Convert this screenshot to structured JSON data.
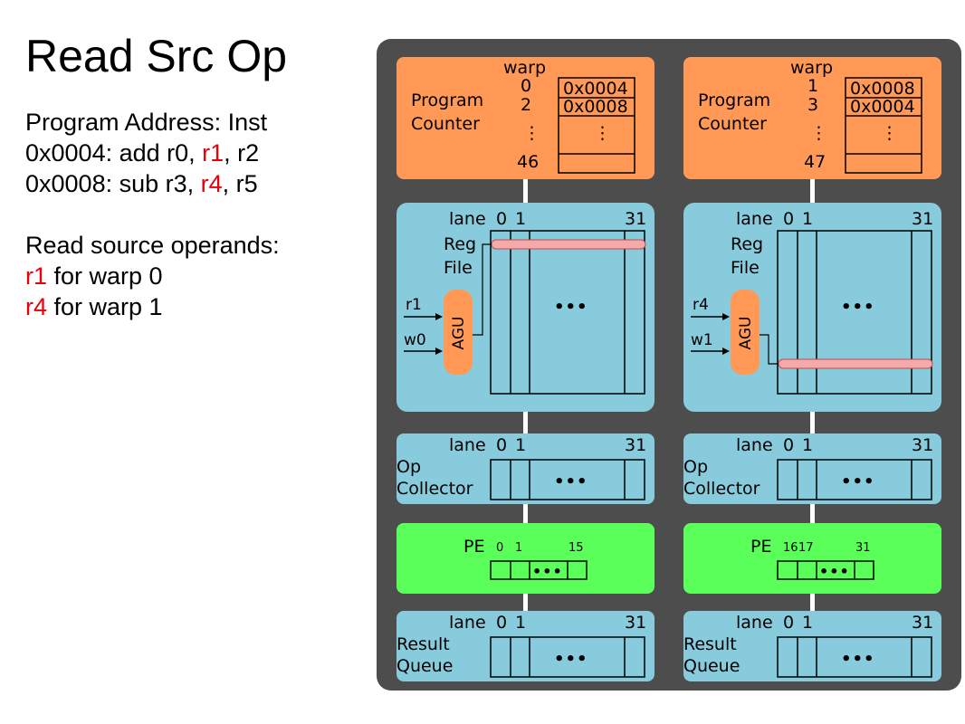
{
  "slide": {
    "title": "Read Src Op",
    "program_header": "Program Address: Inst",
    "inst1": {
      "prefix": "0x0004: add r0, ",
      "red": "r1",
      "suffix": ", r2"
    },
    "inst2": {
      "prefix": "0x0008: sub r3, ",
      "red": "r4",
      "suffix": ", r5"
    },
    "read_header": "Read source operands:",
    "read1": {
      "red": "r1",
      "rest": " for warp 0"
    },
    "read2": {
      "red": "r4",
      "rest": " for warp 1"
    }
  },
  "colors": {
    "frame": "#4d4d4d",
    "pc_orange": "#ff9955",
    "stage_blue": "#87cbdc",
    "pe_green": "#5aff5a",
    "agu_orange": "#ff9955",
    "highlight": "#f7a8a8",
    "emphasis_red": "#e8000b"
  },
  "diagram": {
    "pc": {
      "label_line1": "Program",
      "label_line2": "Counter",
      "warp_header": "warp",
      "vdots": "⋮"
    },
    "pipelines": [
      {
        "warps": [
          "0",
          "2",
          "46"
        ],
        "pcs": [
          "0x0004",
          "0x0008"
        ],
        "operand": "r1",
        "warp_input": "w0",
        "pe_first": "0",
        "pe_second": "1",
        "pe_last": "15",
        "highlight_row": "top"
      },
      {
        "warps": [
          "1",
          "3",
          "47"
        ],
        "pcs": [
          "0x0008",
          "0x0004"
        ],
        "operand": "r4",
        "warp_input": "w1",
        "pe_first": "16",
        "pe_second": "17",
        "pe_last": "31",
        "highlight_row": "bottom"
      }
    ],
    "lane_header": "lane",
    "lane_first": "0",
    "lane_second": "1",
    "lane_last": "31",
    "reg_label1": "Reg",
    "reg_label2": "File",
    "agu": "AGU",
    "op_label1": "Op",
    "op_label2": "Collector",
    "pe_label": "PE",
    "rq_label1": "Result",
    "rq_label2": "Queue",
    "ellipsis": "•••"
  }
}
